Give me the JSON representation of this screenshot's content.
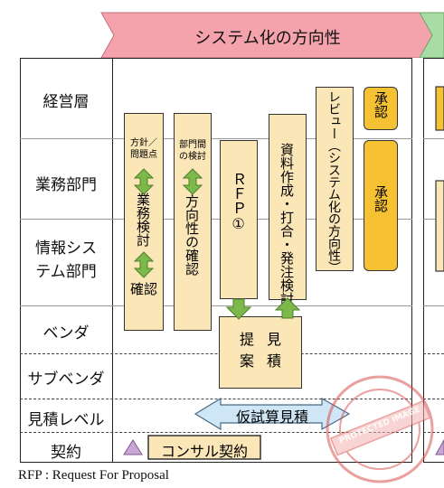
{
  "header": {
    "title": "システム化の方向性"
  },
  "rows": {
    "keiei": "経営層",
    "gyomu": "業務部門",
    "johosys_1": "情報シス",
    "johosys_2": "テム部門",
    "vendor": "ベンダ",
    "subvendor": "サブベンダ",
    "mitsumori_level": "見積レベル",
    "keiyaku": "契約"
  },
  "boxes": {
    "col1": {
      "note_line1": "方針／",
      "note_line2": "問題点",
      "main": "業務検討",
      "bottom": "確認"
    },
    "col2": {
      "note_line1": "部門間",
      "note_line2": "の検討",
      "main": "方向性の確認"
    },
    "rfp": "ＲＦＰ①",
    "shiryo": "資料作成・打合・発注検討",
    "review": "レビュー（システム化の方向性）",
    "shonin1": "承認",
    "shonin2": "承認",
    "teian_1": "提案",
    "teian_2": "見積",
    "kari_mitsumori": "仮試算見積",
    "consul_keiyaku": "コンサル契約"
  },
  "footer": {
    "note": "RFP : Request For Proposal"
  },
  "stamp": {
    "text": "PROTECTED IMAGE"
  },
  "colors": {
    "header_pink": "#f4a3ad",
    "header_green": "#a8dca4",
    "box_tan": "#fbe6b8",
    "shonin_yellow": "#f6c233",
    "arrow_green": "#7cb84a",
    "double_arrow_blue": "#cfe6f6",
    "triangle_purple": "#c9a6d6",
    "stamp_red": "#d9534f"
  }
}
